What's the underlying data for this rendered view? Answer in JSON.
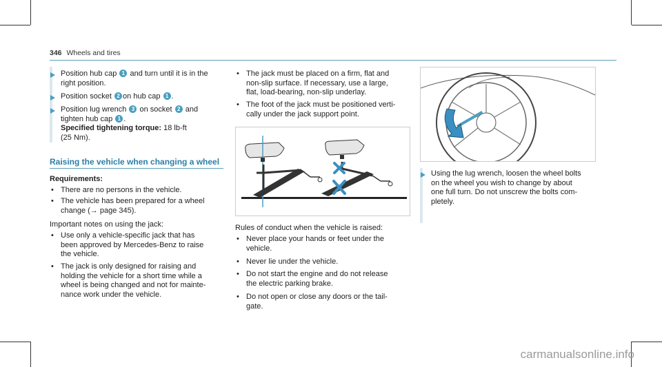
{
  "header": {
    "page_number": "346",
    "title": "Wheels and tires"
  },
  "left": {
    "step1": {
      "a": "Position hub cap",
      "b": "and turn until it is in the",
      "c": "right position."
    },
    "step2": {
      "a": "Position socket",
      "b": "on hub cap",
      "c": "."
    },
    "step3": {
      "a": "Position lug wrench",
      "b": "on socket",
      "c": "and",
      "d": "tighten hub cap",
      "e": ".",
      "f": "Specified tightening torque:",
      "g": "18 lb-ft",
      "h": "(25 Nm)."
    },
    "section_title": "Raising the vehicle when changing a wheel",
    "requirements_label": "Requirements:",
    "req1": "There are no persons in the vehicle.",
    "req2a": "The vehicle has been prepared for a wheel",
    "req2b": "change (→ page 345).",
    "notes_intro": "Important notes on using the jack:",
    "note1a": "Use only a vehicle-specific jack that has",
    "note1b": "been approved by Mercedes-Benz to raise",
    "note1c": "the vehicle.",
    "note2a": "The jack is only designed for raising and",
    "note2b": "holding the vehicle for a short time while a",
    "note2c": "wheel is being changed and not for mainte-",
    "note2d": "nance work under the vehicle."
  },
  "middle": {
    "b1a": "The jack must be placed on a firm, flat and",
    "b1b": "non-slip surface. If necessary, use a large,",
    "b1c": "flat, load-bearing, non-slip underlay.",
    "b2a": "The foot of the jack must be positioned verti-",
    "b2b": "cally under the jack support point.",
    "rules_intro": "Rules of conduct when the vehicle is raised:",
    "r1a": "Never place your hands or feet under the",
    "r1b": "vehicle.",
    "r2": "Never lie under the vehicle.",
    "r3a": "Do not start the engine and do not release",
    "r3b": "the electric parking brake.",
    "r4a": "Do not open or close any doors or the tail-",
    "r4b": "gate."
  },
  "right": {
    "s1a": "Using the lug wrench, loosen the wheel bolts",
    "s1b": "on the wheel you wish to change by about",
    "s1c": "one full turn. Do not unscrew the bolts com-",
    "s1d": "pletely."
  },
  "callouts": {
    "one": "1",
    "two": "2",
    "three": "3"
  },
  "bullet": "•",
  "watermark": "carmanualsonline.info",
  "colors": {
    "accent": "#4a9fc0",
    "title": "#2d7ea6",
    "bar": "#dbe9ef",
    "warning": "#3a8fc0"
  }
}
